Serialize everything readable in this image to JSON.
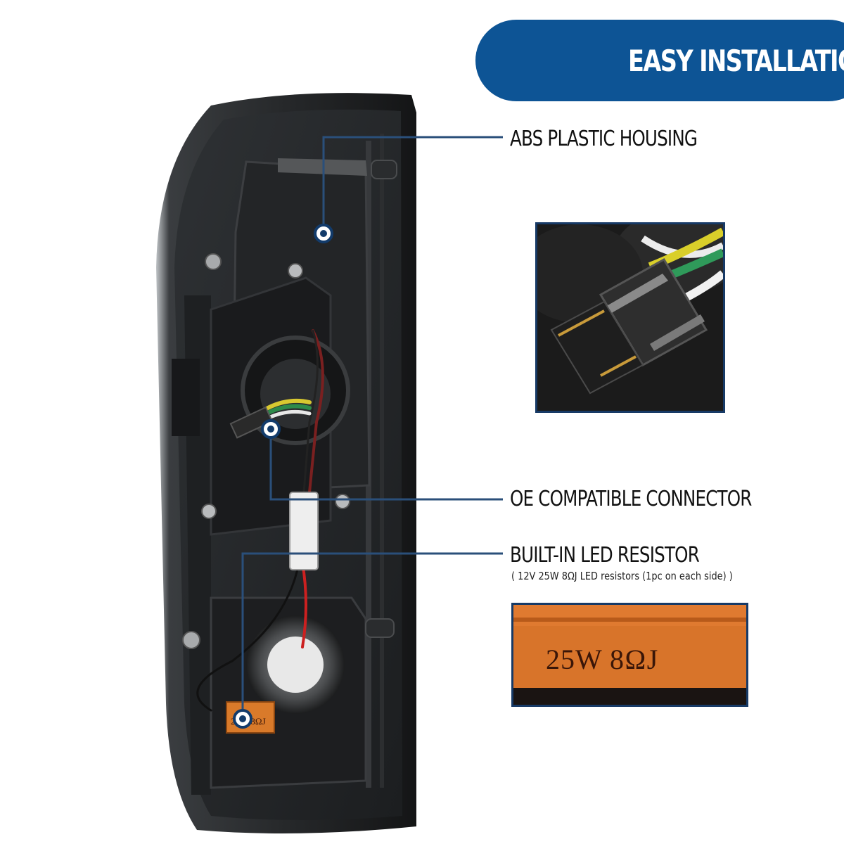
{
  "banner": {
    "title": "EASY INSTALLATION",
    "color": "#0d5495"
  },
  "callouts": [
    {
      "label": "ABS PLASTIC HOUSING"
    },
    {
      "label": "OE COMPATIBLE CONNECTOR"
    },
    {
      "label": "BUILT-IN LED RESISTOR",
      "sublabel": "( 12V 25W 8ΩJ LED resistors (1pc on each side) )"
    }
  ],
  "resistor_marking": "25W 8ΩJ",
  "colors": {
    "callout_line": "#2a4f7a",
    "marker": "#123b6b",
    "inset_border": "#173a66"
  }
}
